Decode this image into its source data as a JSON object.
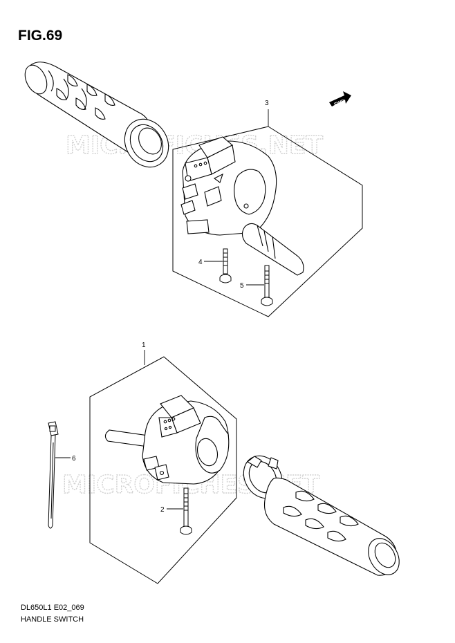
{
  "figure": {
    "title": "FIG.69"
  },
  "watermark": {
    "text": "MICROFICHES.NET"
  },
  "fwd_badge": {
    "text": "FWD"
  },
  "callouts": [
    {
      "number": "1"
    },
    {
      "number": "2"
    },
    {
      "number": "3"
    },
    {
      "number": "4"
    },
    {
      "number": "5"
    },
    {
      "number": "6"
    }
  ],
  "footer": {
    "code": "DL650L1 E02_069",
    "name": "HANDLE SWITCH"
  }
}
